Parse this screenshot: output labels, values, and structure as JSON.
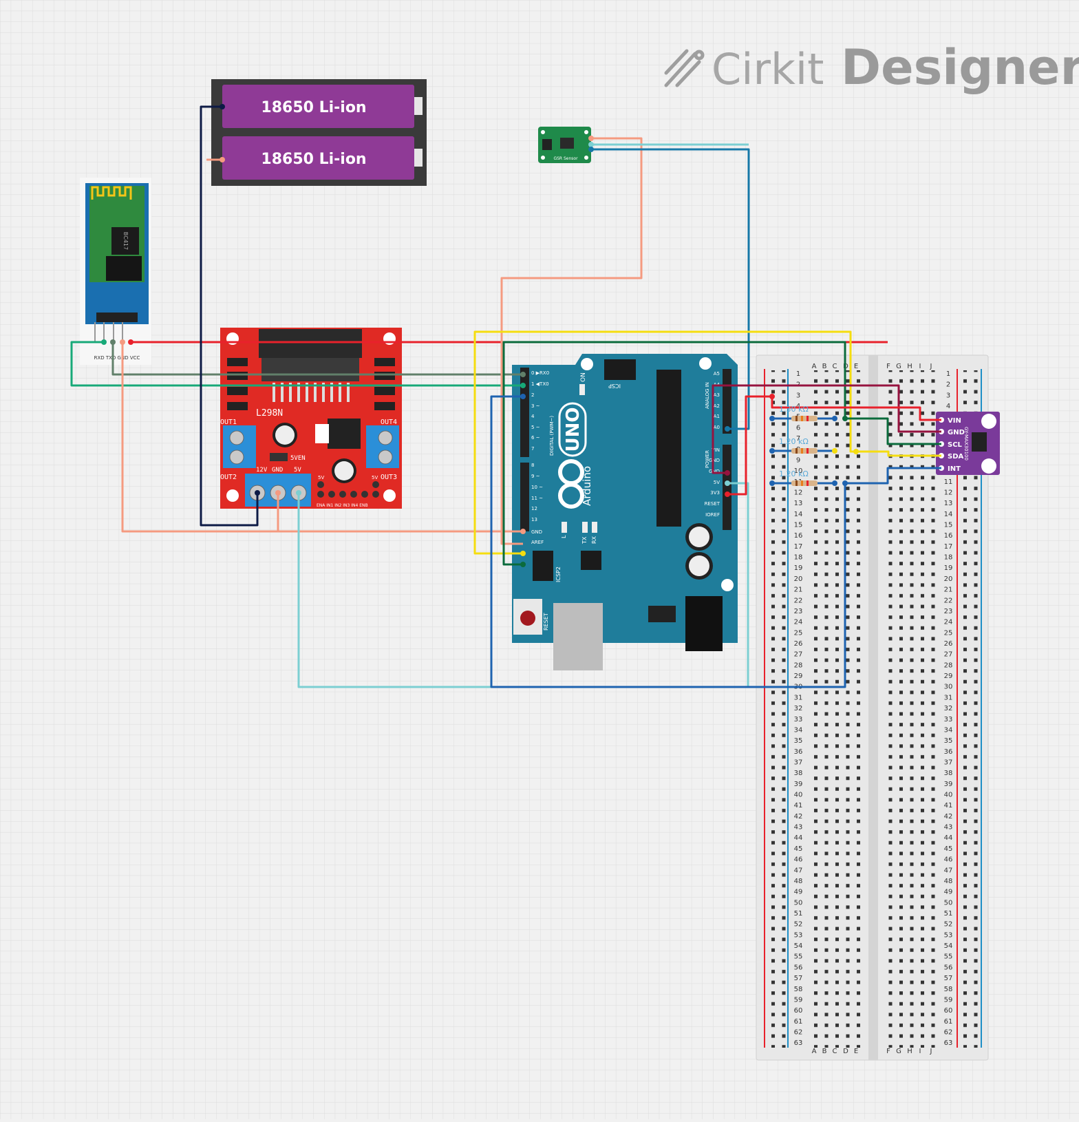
{
  "brand": {
    "cirkit": "Cirkit",
    "designer": "Designer"
  },
  "battery": {
    "cell_top": "18650 Li-ion",
    "cell_bottom": "18650 Li-ion"
  },
  "bluetooth": {
    "chip": "BC417",
    "pins": "RXD TXD GND VCC"
  },
  "motor_driver": {
    "name": "L298N",
    "out1": "OUT1",
    "out2": "OUT2",
    "out3": "OUT3",
    "out4": "OUT4",
    "v12": "12V",
    "gnd": "GND",
    "v5": "5V",
    "fiveven": "5VEN",
    "five_v_small": "5V",
    "five_v_small2": "5V",
    "ctrl_pins": "ENA IN1 IN2 IN3 IN4 ENB"
  },
  "gsr": {
    "label": "GSR Sensor"
  },
  "arduino": {
    "uno": "UNO",
    "brand": "Arduino",
    "on": "ON",
    "icsp": "ICSP",
    "icsp2": "ICSP2",
    "reset": "RESET",
    "digital_label": "DIGITAL (PWM~)",
    "analog_label": "ANALOG IN",
    "power_label": "POWER",
    "tx": "TX",
    "rx": "RX",
    "l": "L",
    "aref": "AREF",
    "gnd": "GND",
    "digital_pins": [
      "0 ▶RX0",
      "1 ◀TX0",
      "2",
      "3 ~",
      "4",
      "5 ~",
      "6 ~",
      "7",
      "8",
      "9 ~",
      "10 ~",
      "11 ~",
      "12",
      "13"
    ],
    "analog_pins": [
      "A5",
      "A4",
      "A3",
      "A2",
      "A1",
      "A0"
    ],
    "power_pins": [
      "VIN",
      "GND",
      "GND",
      "5V",
      "3V3",
      "RESET",
      "IOREF"
    ]
  },
  "breadboard": {
    "cols_left": [
      "A",
      "B",
      "C",
      "D",
      "E"
    ],
    "cols_right": [
      "F",
      "G",
      "H",
      "I",
      "J"
    ],
    "rows": 63,
    "resistors": [
      "1.30 kΩ",
      "1.20 kΩ",
      "1.20 kΩ"
    ]
  },
  "sensor": {
    "name": "GY-MAX30100",
    "pins": [
      "VIN",
      "GND",
      "SCL",
      "SDA",
      "INT"
    ]
  },
  "colors": {
    "red_wire": "#e8212b",
    "salmon_wire": "#f59a80",
    "navy_wire": "#0d1a45",
    "teal_wire": "#17a978",
    "gray_green_wire": "#61806a",
    "yellow_wire": "#f5dd0f",
    "dark_green_wire": "#0b6b3c",
    "blue_wire": "#1e63b0",
    "cyan_wire": "#7ccfd2",
    "steel_blue_wire": "#1678a8",
    "maroon_wire": "#96133f",
    "arduino_blue": "#1f7d9b",
    "driver_red": "#e02a24",
    "battery_purple": "#8f3a96"
  }
}
